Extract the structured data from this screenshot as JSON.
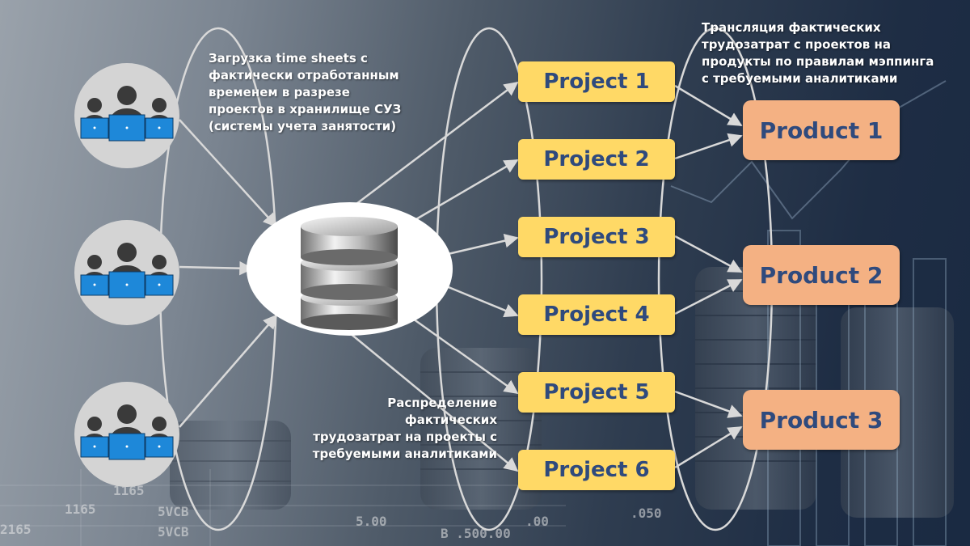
{
  "captions": {
    "load": "Загрузка  time sheets с\nфактически отработанным\nвременем в разрезе\nпроектов в хранилище СУЗ\n(системы учета занятости)",
    "distribute": "Распределение фактических\nтрудозатрат на проекты с\nтребуемыми аналитиками",
    "translate": "Трансляция  фактических\nтрудозатрат  с проектов на\nпродукты  по правилам  мэппинга\nс требуемыми аналитиками"
  },
  "teams": [
    "team-group-icon",
    "team-group-icon",
    "team-group-icon"
  ],
  "database": {
    "icon": "database-cylinder-icon"
  },
  "projects": [
    {
      "label": "Project 1"
    },
    {
      "label": "Project 2"
    },
    {
      "label": "Project 3"
    },
    {
      "label": "Project 4"
    },
    {
      "label": "Project 5"
    },
    {
      "label": "Project 6"
    }
  ],
  "products": [
    {
      "label": "Product 1"
    },
    {
      "label": "Product 2"
    },
    {
      "label": "Product 3"
    }
  ],
  "background_numbers": [
    "1165",
    "1165",
    "2165",
    "5VCB",
    "5VCB",
    ".050",
    "B .500.00",
    ".00",
    "5.00"
  ],
  "colors": {
    "project_fill": "#ffd966",
    "product_fill": "#f4b183",
    "node_text": "#2f4a7d",
    "person_screen": "#1e88d9",
    "arrow": "#d9d9d9"
  }
}
